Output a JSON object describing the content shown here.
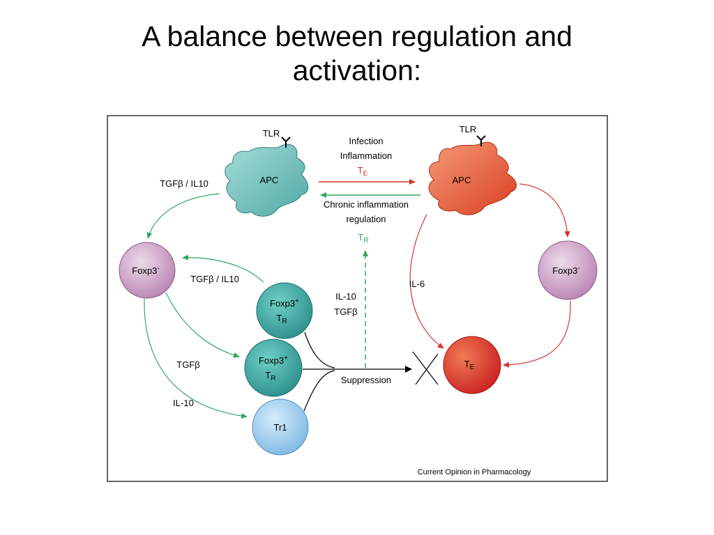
{
  "title": {
    "line1": "A balance between regulation and",
    "line2": "activation:"
  },
  "diagram": {
    "tlr_left": "TLR",
    "tlr_right": "TLR",
    "apc_left": "APC",
    "apc_right": "APC",
    "arrow_top": {
      "line1": "Infection",
      "line2": "Inflammation",
      "cell": "T",
      "sub": "E"
    },
    "arrow_back": {
      "line1": "Chronic inflammation",
      "line2": "regulation"
    },
    "tr_label": {
      "cell": "T",
      "sub": "R"
    },
    "tgf_il10_top": "TGFβ  / IL10",
    "tgf_il10_mid": "TGFβ  / IL10",
    "foxp3_neg_left": {
      "text": "Foxp3",
      "sup": "-"
    },
    "foxp3_neg_right": {
      "text": "Foxp3",
      "sup": "-"
    },
    "foxp3_pos_1": {
      "text": "Foxp3",
      "sup": "+",
      "cell": "T",
      "sub": "R"
    },
    "foxp3_pos_2": {
      "text": "Foxp3",
      "sup": "+",
      "cell": "T",
      "sub": "R"
    },
    "tr1": "Tr1",
    "il10_tgf": {
      "line1": "IL-10",
      "line2": "TGFβ"
    },
    "il6": "IL-6",
    "tgfb": "TGFβ",
    "il10": "IL-10",
    "suppression": "Suppression",
    "te_cell": {
      "cell": "T",
      "sub": "E"
    },
    "credit": "Current Opinion in Pharmacology"
  },
  "colors": {
    "green": "#2fa860",
    "red": "#d6322a",
    "teal_cell": "#3fa7a0",
    "apc_teal": "#6fc1c0",
    "apc_red": "#e8593a",
    "foxp3_neg": "#cfa6c8",
    "tr1_blue": "#9fcfef"
  }
}
